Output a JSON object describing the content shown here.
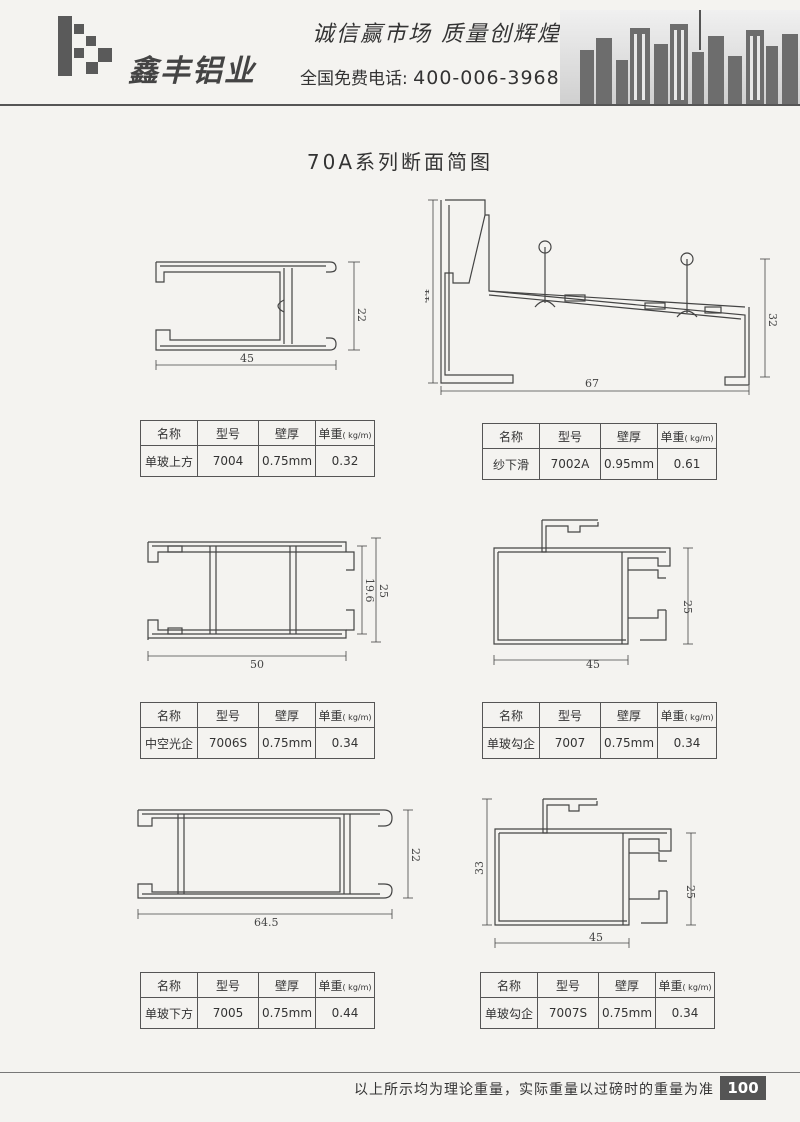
{
  "header": {
    "brand": "鑫丰铝业",
    "slogan": "诚信赢市场  质量创辉煌",
    "phone_label": "全国免费电话:",
    "phone_number": "400-006-3968"
  },
  "title": "70A系列断面简图",
  "table_headers": {
    "name": "名称",
    "model": "型号",
    "thickness": "壁厚",
    "weight": "单重",
    "weight_unit": "( kg/m)"
  },
  "profiles": [
    {
      "name": "单玻上方",
      "model": "7004",
      "thickness": "0.75mm",
      "weight": "0.32",
      "dims": {
        "width": "45",
        "height": "22"
      }
    },
    {
      "name": "纱下滑",
      "model": "7002A",
      "thickness": "0.95mm",
      "weight": "0.61",
      "dims": {
        "width": "67",
        "height_left": "44",
        "height_right": "32"
      }
    },
    {
      "name": "中空光企",
      "model": "7006S",
      "thickness": "0.75mm",
      "weight": "0.34",
      "dims": {
        "width": "50",
        "height_inner": "19.6",
        "height_outer": "25"
      }
    },
    {
      "name": "单玻勾企",
      "model": "7007",
      "thickness": "0.75mm",
      "weight": "0.34",
      "dims": {
        "width": "45",
        "height": "25"
      }
    },
    {
      "name": "单玻下方",
      "model": "7005",
      "thickness": "0.75mm",
      "weight": "0.44",
      "dims": {
        "width": "64.5",
        "height": "22"
      }
    },
    {
      "name": "单玻勾企",
      "model": "7007S",
      "thickness": "0.75mm",
      "weight": "0.34",
      "dims": {
        "width": "45",
        "height_left": "33",
        "height_right": "25"
      }
    }
  ],
  "footer": {
    "note": "以上所示均为理论重量，实际重量以过磅时的重量为准",
    "page": "100"
  }
}
